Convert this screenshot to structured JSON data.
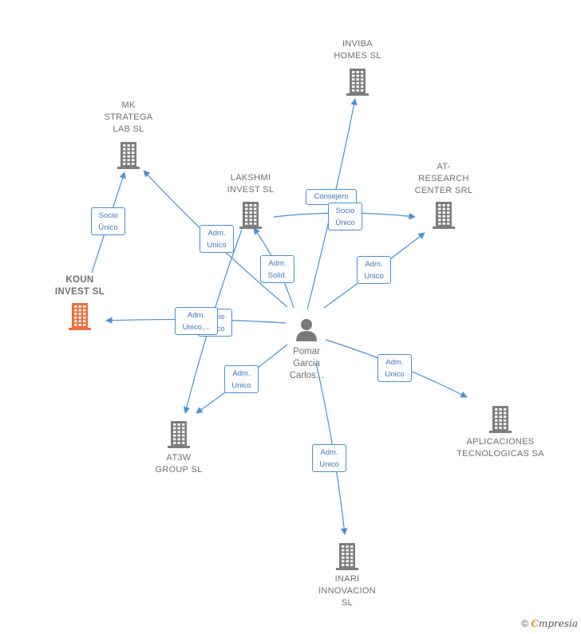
{
  "colors": {
    "edge": "#4a90d9",
    "building": "#7d7d7d",
    "building_focus": "#f26b3a",
    "person": "#7a7a7a"
  },
  "person": {
    "name": "Pomar\nGarcia\nCarlos...",
    "icon": "person-icon"
  },
  "companies": [
    {
      "id": "inviba",
      "name": "INVIBA\nHOMES  SL",
      "focus": false,
      "icon": "building-icon"
    },
    {
      "id": "mk",
      "name": "MK\nSTRATEGA\nLAB  SL",
      "focus": false,
      "icon": "building-icon"
    },
    {
      "id": "lakshmi",
      "name": "LAKSHMI\nINVEST  SL",
      "focus": false,
      "icon": "building-icon"
    },
    {
      "id": "at_research",
      "name": "AT-\nRESEARCH\nCENTER SRL",
      "focus": false,
      "icon": "building-icon"
    },
    {
      "id": "koun",
      "name": "KOUN\nINVEST  SL",
      "focus": true,
      "icon": "building-icon"
    },
    {
      "id": "at3w",
      "name": "AT3W\nGROUP  SL",
      "focus": false,
      "icon": "building-icon"
    },
    {
      "id": "aplicaciones",
      "name": "APLICACIONES\nTECNOLOGICAS SA",
      "focus": false,
      "icon": "building-icon"
    },
    {
      "id": "inari",
      "name": "INARI\nINNOVACION\nSL",
      "focus": false,
      "icon": "building-icon"
    }
  ],
  "relations": [
    {
      "label": "Consejero"
    },
    {
      "label": "Socio\nÚnico"
    },
    {
      "label": "Adm.\nUnico"
    },
    {
      "label": "Adm.\nSolid."
    },
    {
      "label": "Adm.\nUnico"
    },
    {
      "label": "Socio\nÚnico"
    },
    {
      "label": "Adm.\nUnico,..."
    },
    {
      "label": "Socio\nÚnico"
    },
    {
      "label": "Adm.\nUnico"
    },
    {
      "label": "Adm.\nUnico"
    },
    {
      "label": "Adm.\nUnico"
    }
  ],
  "footer": {
    "copyright": "©",
    "brand_first": "C",
    "brand_rest": "mpresia"
  }
}
